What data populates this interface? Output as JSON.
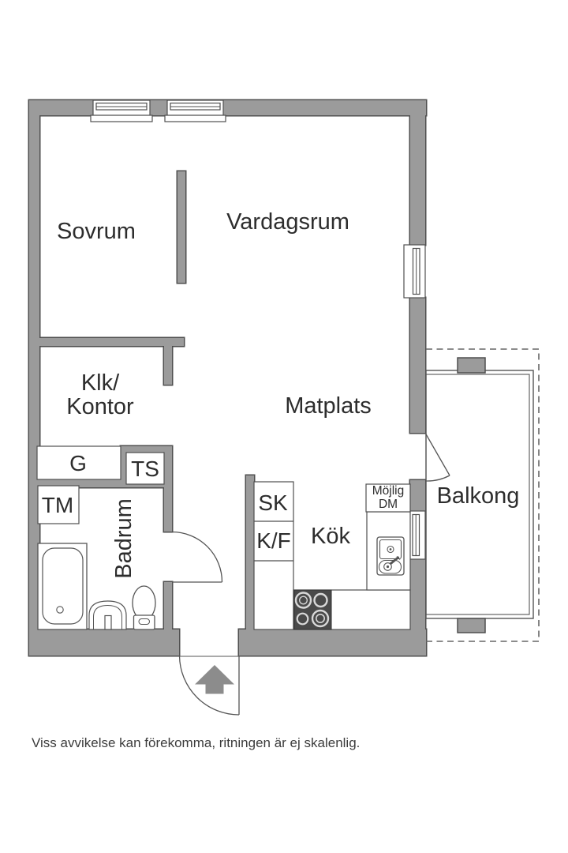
{
  "rooms": {
    "sovrum": "Sovrum",
    "vardagsrum": "Vardagsrum",
    "klk_kontor_line1": "Klk/",
    "klk_kontor_line2": "Kontor",
    "matplats": "Matplats",
    "kok": "Kök",
    "badrum": "Badrum",
    "balkong": "Balkong"
  },
  "fixtures": {
    "garderob": "G",
    "torkskap": "TS",
    "tvattmaskin": "TM",
    "skafferi": "SK",
    "kyl_frys": "K/F",
    "mojlig_dm_line1": "Möjlig",
    "mojlig_dm_line2": "DM"
  },
  "disclaimer": "Viss avvikelse kan förekomma, ritningen är ej skalenlig.",
  "colors": {
    "wall_fill": "#9b9b9b",
    "wall_outline": "#4f4f4f",
    "stove": "#4a4a4a",
    "arrow": "#8c8c8c",
    "text": "#2d2d2d"
  }
}
